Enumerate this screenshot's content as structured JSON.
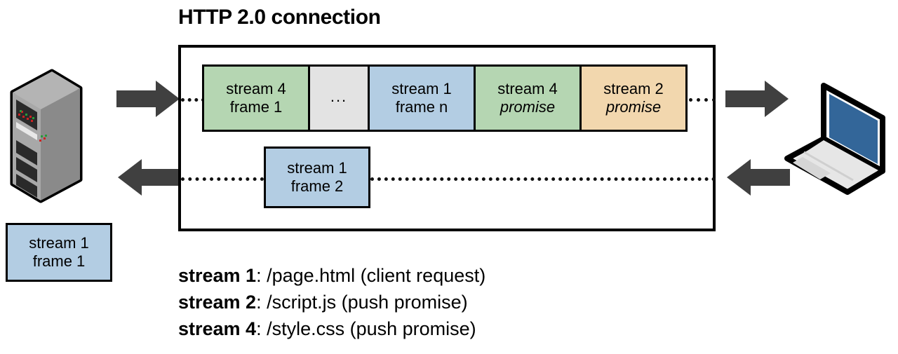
{
  "title": "HTTP 2.0 connection",
  "colors": {
    "green": "#b5d6b2",
    "blue": "#b3cde3",
    "tan": "#f2d7ae",
    "gray": "#e3e3e3",
    "arrow": "#404040",
    "outline": "#000000",
    "laptop_screen": "#336699",
    "server_body": "#808080"
  },
  "connection": {
    "frames": [
      {
        "line1": "stream 4",
        "line2": "frame 1",
        "fill": "green",
        "italic": false
      },
      {
        "line1": "",
        "line2": "...",
        "fill": "gray",
        "italic": false
      },
      {
        "line1": "stream 1",
        "line2": "frame n",
        "fill": "blue",
        "italic": false
      },
      {
        "line1": "stream 4",
        "line2": "promise",
        "fill": "green",
        "italic": true
      },
      {
        "line1": "stream 2",
        "line2": "promise",
        "fill": "tan",
        "italic": true
      }
    ],
    "return_frame": {
      "line1": "stream 1",
      "line2": "frame 2",
      "fill": "blue"
    }
  },
  "detached_frame": {
    "line1": "stream 1",
    "line2": "frame 1",
    "fill": "blue"
  },
  "devices": {
    "server_label": "server",
    "client_label": "laptop client"
  },
  "arrows": {
    "server_out": "arrow-right",
    "server_in": "arrow-left",
    "client_in": "arrow-right",
    "client_out": "arrow-left"
  },
  "legend": [
    {
      "stream": "stream 1",
      "rest": ": /page.html  (client request)"
    },
    {
      "stream": "stream 2",
      "rest": ": /script.js  (push promise)"
    },
    {
      "stream": "stream 4",
      "rest": ": /style.css  (push promise)"
    }
  ]
}
